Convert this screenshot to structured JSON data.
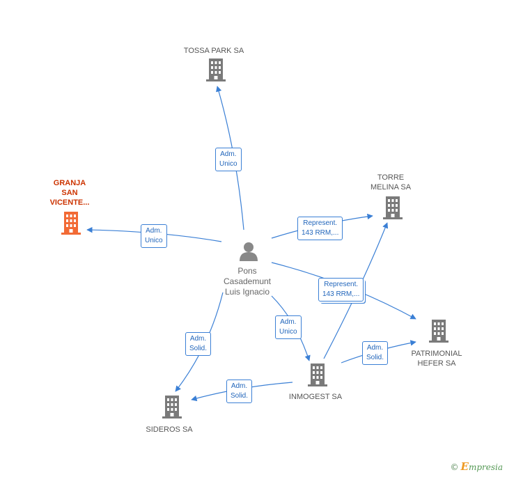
{
  "colors": {
    "edge": "#3a7fd5",
    "building": "#7a7a7a",
    "main_building": "#f26a35",
    "person": "#888888"
  },
  "nodes": {
    "tossa": {
      "label_lines": [
        "TOSSA PARK SA"
      ],
      "icon": "building-icon"
    },
    "granja": {
      "label_lines": [
        "GRANJA",
        "SAN",
        "VICENTE..."
      ],
      "icon": "building-icon",
      "highlighted": true
    },
    "torre": {
      "label_lines": [
        "TORRE",
        "MELINA SA"
      ],
      "icon": "building-icon"
    },
    "patrimonial": {
      "label_lines": [
        "PATRIMONIAL",
        "HEFER SA"
      ],
      "icon": "building-icon"
    },
    "inmogest": {
      "label_lines": [
        "INMOGEST SA"
      ],
      "icon": "building-icon"
    },
    "sideros": {
      "label_lines": [
        "SIDEROS SA"
      ],
      "icon": "building-icon"
    },
    "person": {
      "label_lines": [
        "Pons",
        "Casademunt",
        "Luis Ignacio"
      ],
      "icon": "person-icon"
    }
  },
  "edges": {
    "to_tossa": {
      "label_lines": [
        "Adm.",
        "Unico"
      ]
    },
    "to_granja": {
      "label_lines": [
        "Adm.",
        "Unico"
      ]
    },
    "to_torre": {
      "label_lines": [
        "Represent.",
        "143 RRM,..."
      ]
    },
    "to_patrimonial": {
      "label_lines": [
        "Represent.",
        "143 RRM,..."
      ]
    },
    "to_inmogest": {
      "label_lines": [
        "Adm.",
        "Unico"
      ]
    },
    "to_sideros": {
      "label_lines": [
        "Adm.",
        "Solid."
      ]
    },
    "inmogest_to_sideros": {
      "label_lines": [
        "Adm.",
        "Solid."
      ]
    },
    "inmogest_to_patrimonial": {
      "label_lines": [
        "Adm.",
        "Solid."
      ]
    }
  },
  "copyright": {
    "symbol": "©",
    "brand_first": "E",
    "brand_rest": "mpresia"
  }
}
